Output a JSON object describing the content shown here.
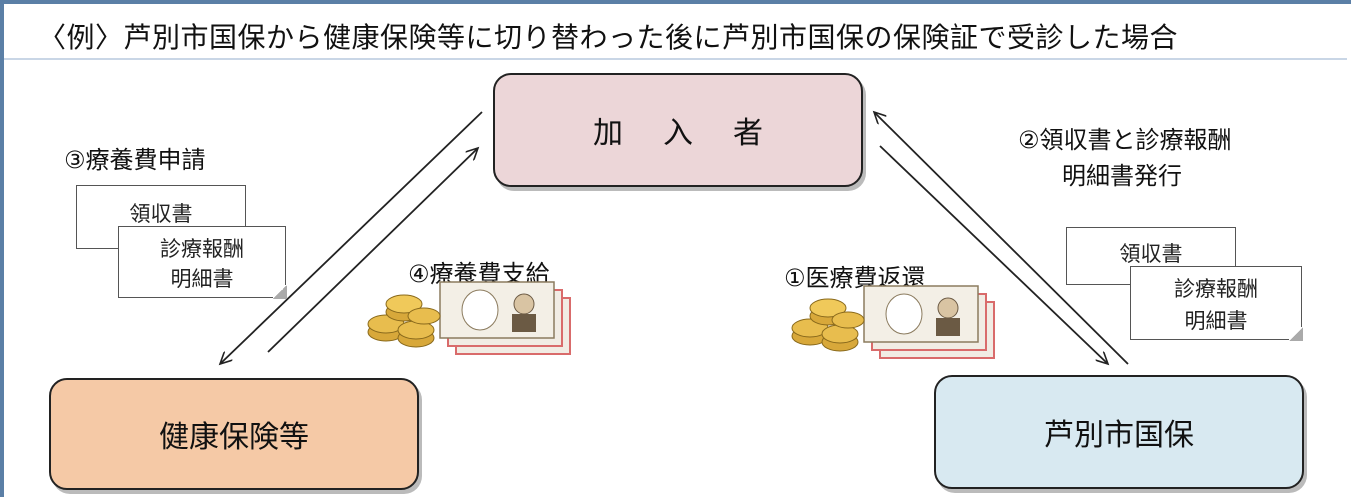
{
  "title": "〈例〉芦別市国保から健康保険等に切り替わった後に芦別市国保の保険証で受診した場合",
  "nodes": {
    "member": "加入者",
    "health_insurance": "健康保険等",
    "ashibetsu_nhi": "芦別市国保"
  },
  "steps": {
    "step1": "①医療費返還",
    "step2_line1": "②領収書と診療報酬",
    "step2_line2": "明細書発行",
    "step3": "③療養費申請",
    "step4": "④療養費支給"
  },
  "documents": {
    "receipt": "領収書",
    "statement_line1": "診療報酬",
    "statement_line2": "明細書"
  },
  "colors": {
    "member_box": "#ecd6d8",
    "health_box": "#f5c9a6",
    "nhi_box": "#d8e9f1",
    "frame": "#5b7fa6"
  }
}
